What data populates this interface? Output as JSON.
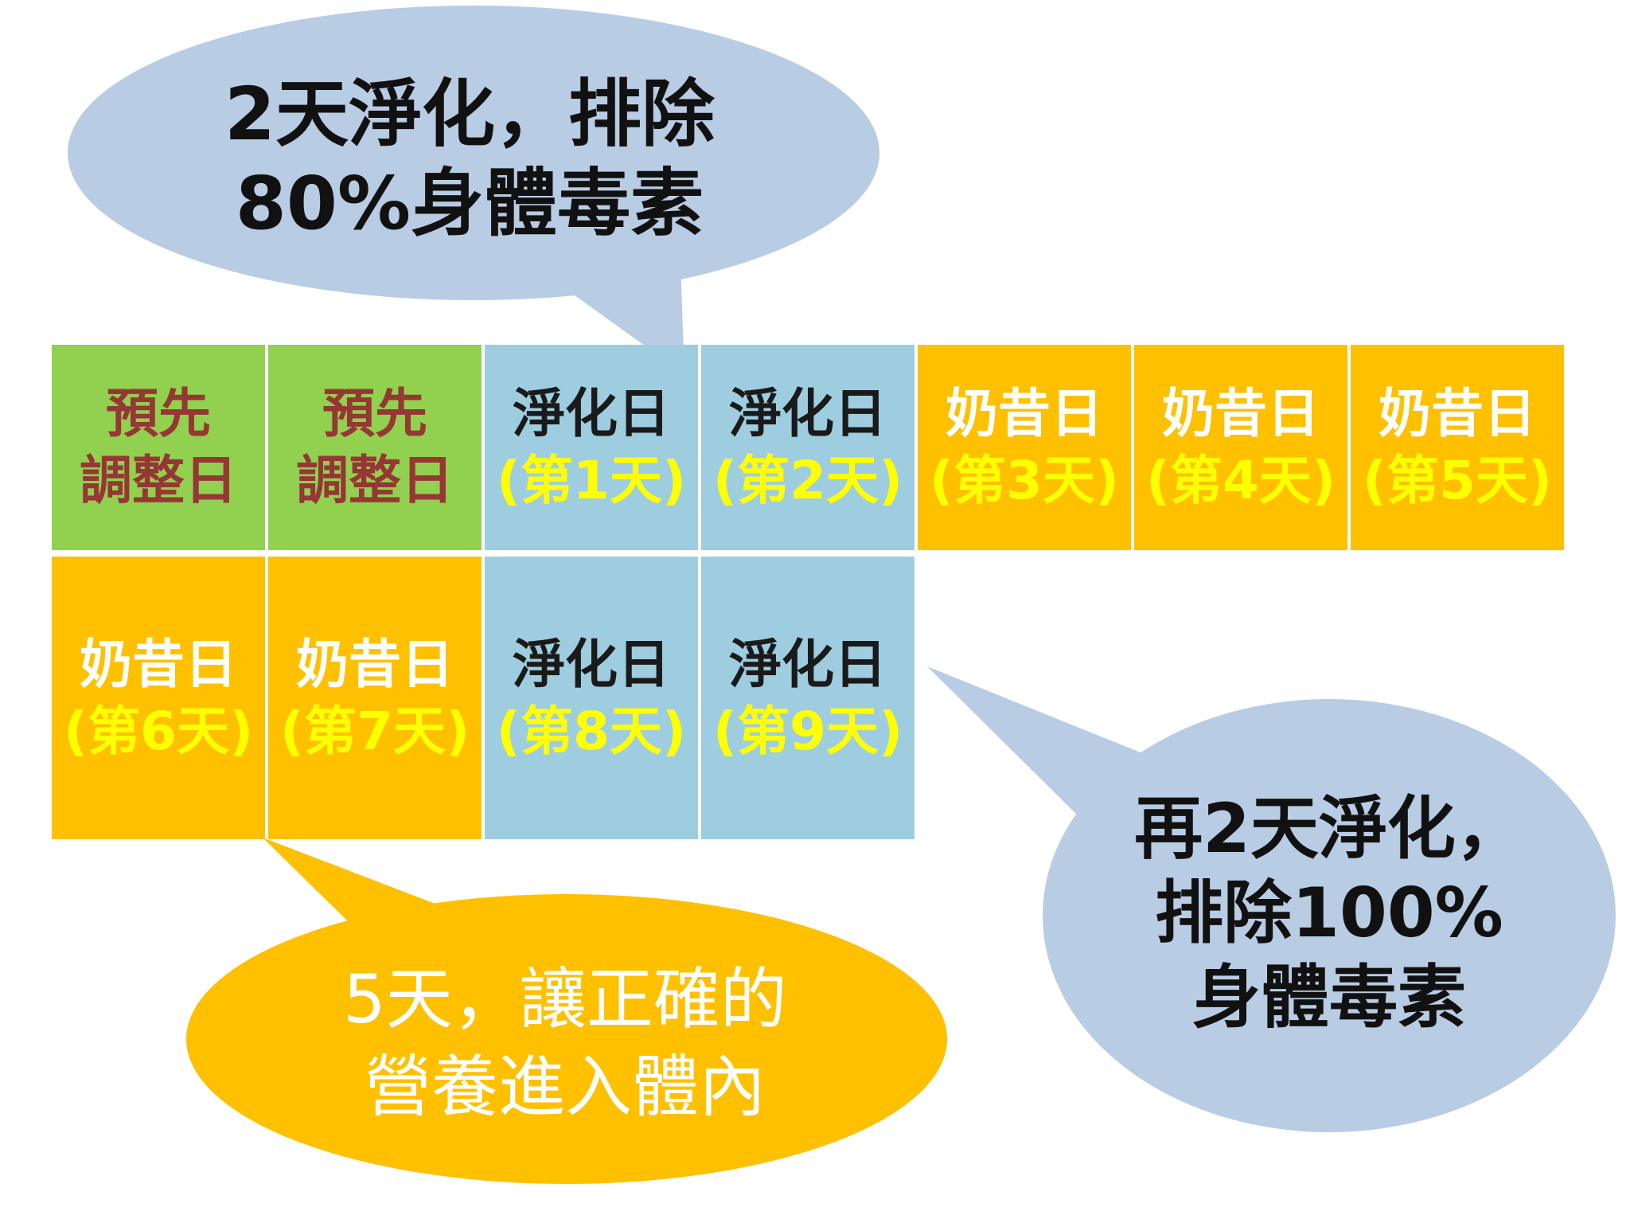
{
  "colors": {
    "green": "#92d050",
    "green_text": "#953735",
    "blue": "#9ecde0",
    "blue_bubble": "#b8cce4",
    "orange": "#ffc000",
    "yellow_text": "#ffff00",
    "white": "#ffffff"
  },
  "bubbles": {
    "top": {
      "line1": "2天淨化，排除",
      "line2": "80%身體毒素"
    },
    "right": {
      "line1": "再2天淨化，",
      "line2": "排除100%",
      "line3": "身體毒素"
    },
    "bottom": {
      "line1": "5天，讓正確的",
      "line2": "營養進入體內"
    }
  },
  "schedule": [
    {
      "type": "prep",
      "line1": "預先",
      "line2": "調整日"
    },
    {
      "type": "prep",
      "line1": "預先",
      "line2": "調整日"
    },
    {
      "type": "cleanse",
      "line1": "淨化日",
      "line2": "(第1天)"
    },
    {
      "type": "cleanse",
      "line1": "淨化日",
      "line2": "(第2天)"
    },
    {
      "type": "shake",
      "line1": "奶昔日",
      "line2": "(第3天)"
    },
    {
      "type": "shake",
      "line1": "奶昔日",
      "line2": "(第4天)"
    },
    {
      "type": "shake",
      "line1": "奶昔日",
      "line2": "(第5天)"
    },
    {
      "type": "shake",
      "line1": "奶昔日",
      "line2": "(第6天)"
    },
    {
      "type": "shake",
      "line1": "奶昔日",
      "line2": "(第7天)"
    },
    {
      "type": "cleanse",
      "line1": "淨化日",
      "line2": "(第8天)"
    },
    {
      "type": "cleanse",
      "line1": "淨化日",
      "line2": "(第9天)"
    }
  ]
}
